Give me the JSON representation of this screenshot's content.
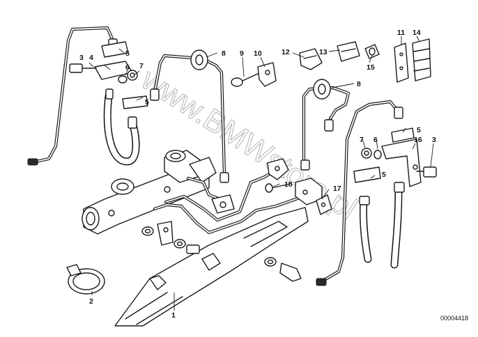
{
  "diagram": {
    "watermark": "www.BMWstore.pl",
    "code": "00004418",
    "callouts": [
      "1",
      "2",
      "3",
      "4",
      "5",
      "6",
      "7",
      "8",
      "9",
      "10",
      "12",
      "13",
      "15",
      "11",
      "14",
      "8",
      "7",
      "6",
      "5",
      "3",
      "16",
      "18",
      "17",
      "5"
    ],
    "colors": {
      "line": "#1a1a1a",
      "background": "#ffffff",
      "watermark": "#b8b8b8"
    }
  }
}
